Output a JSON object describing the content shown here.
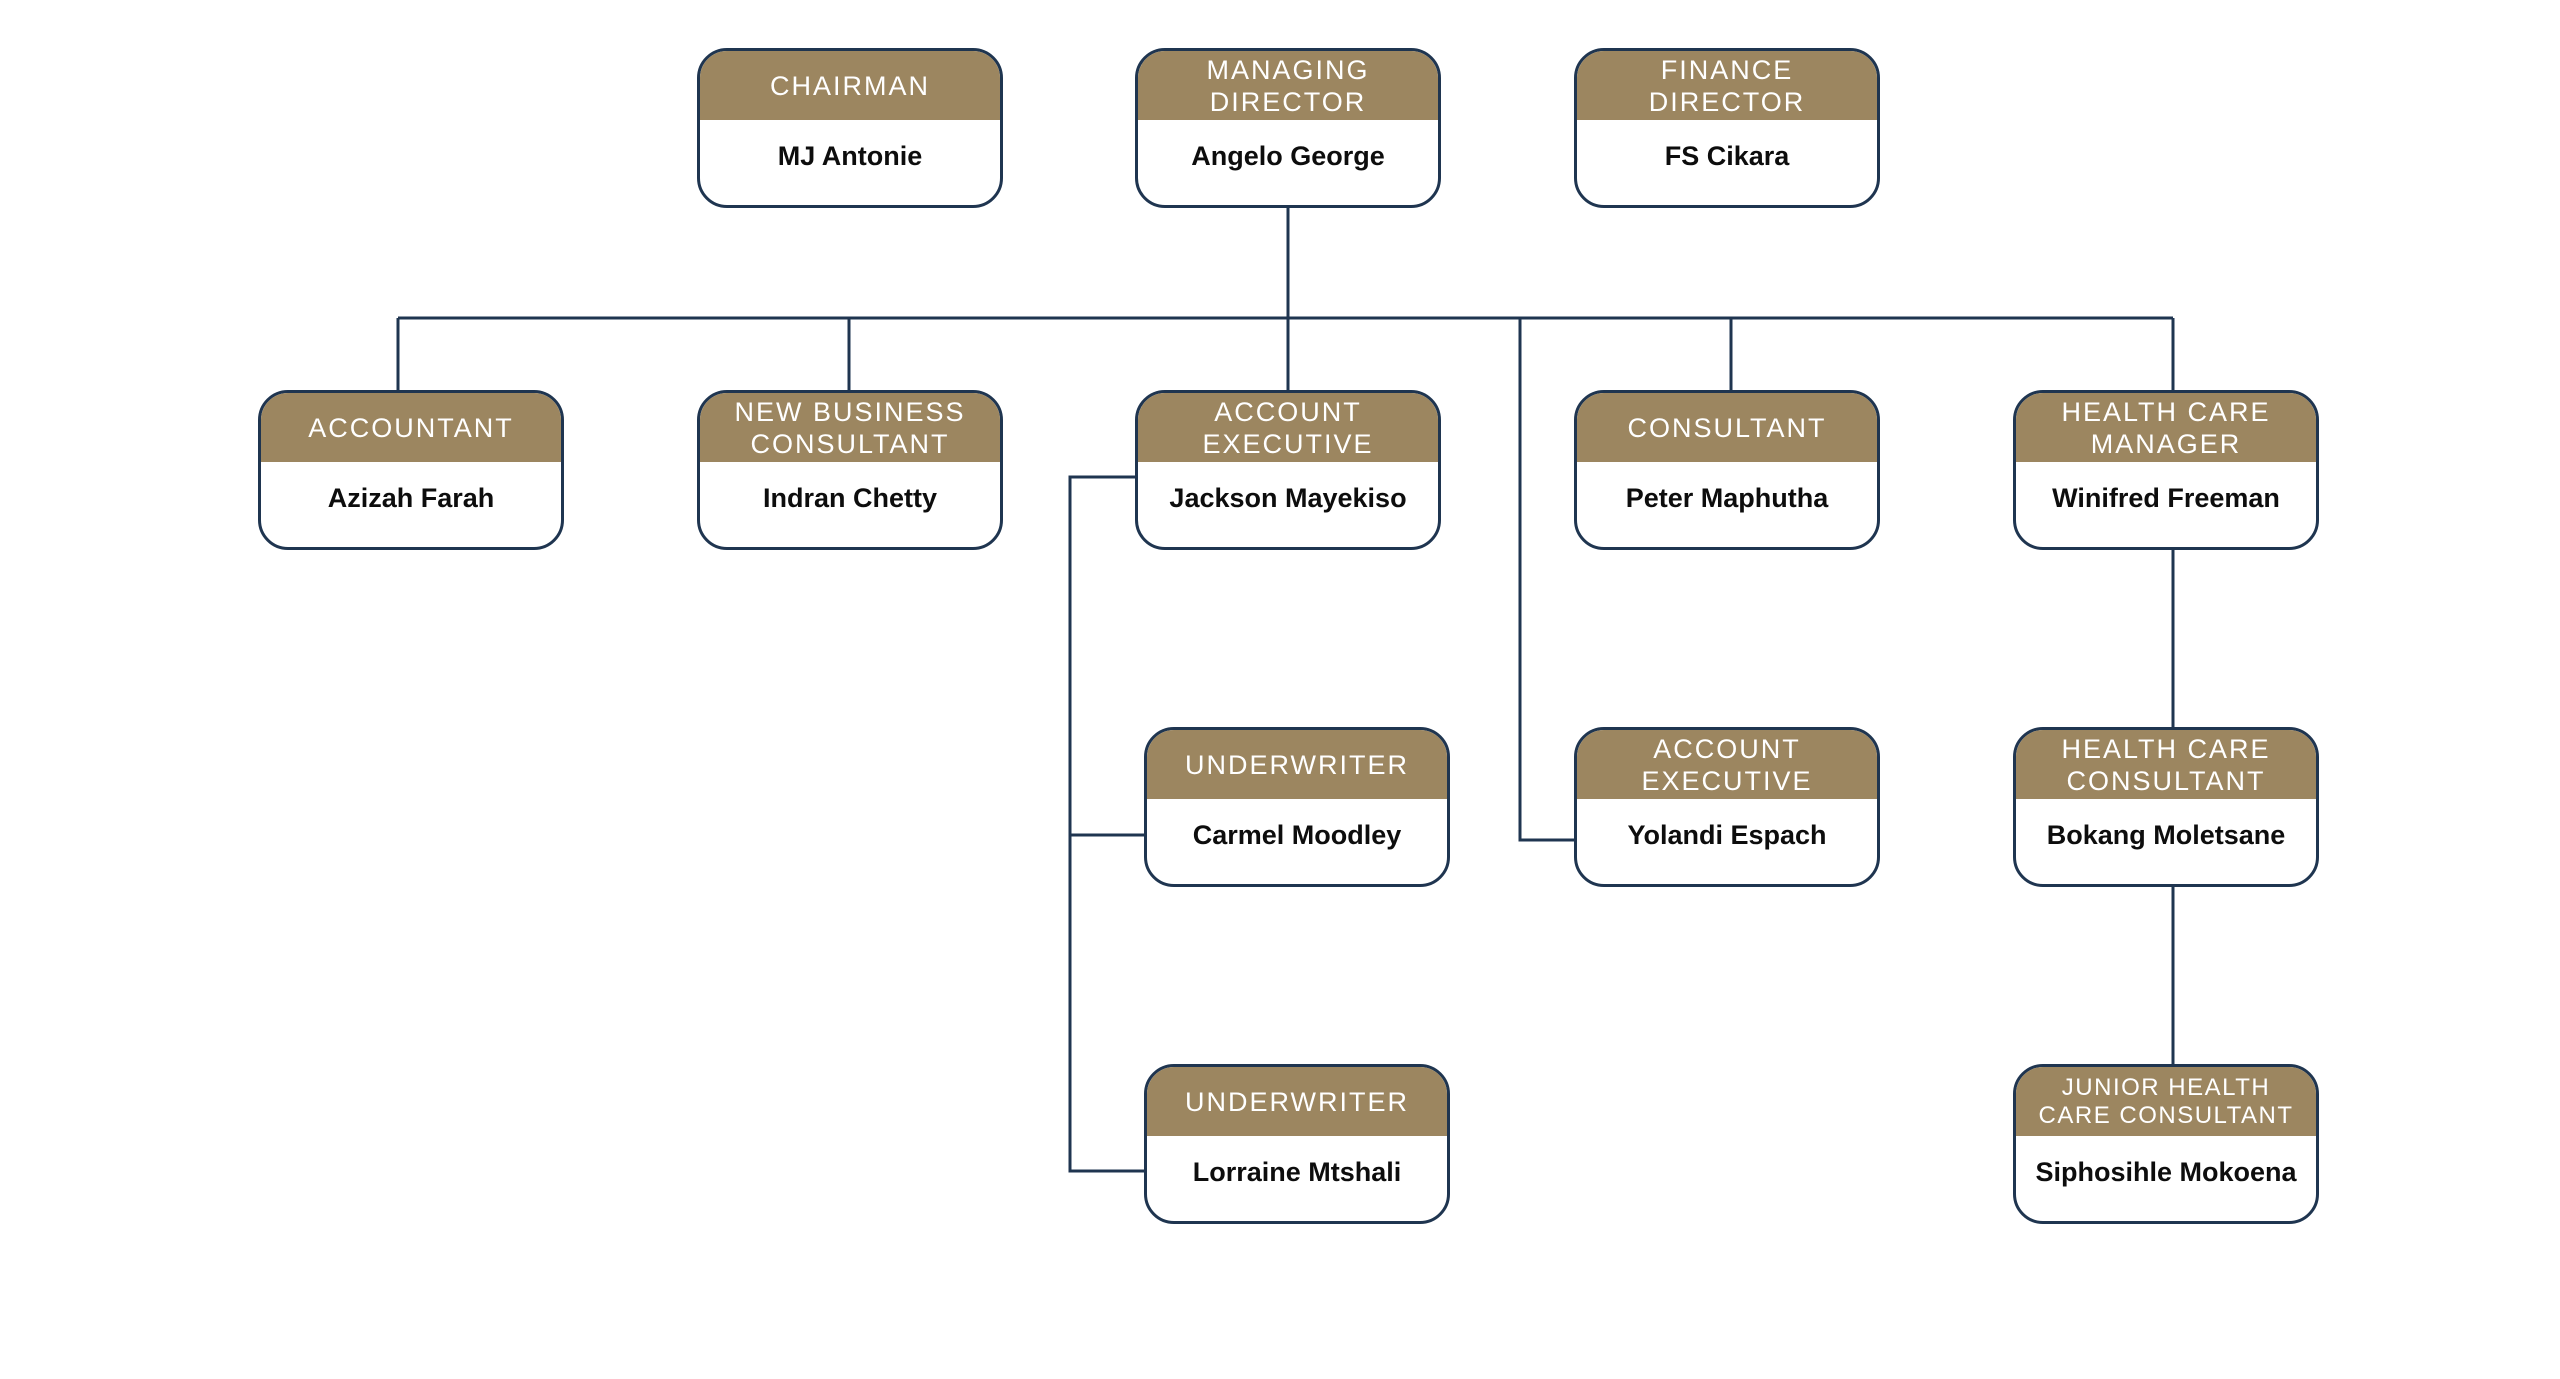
{
  "org_chart": {
    "line_color": "#1f3550",
    "header_color": "#9c8660",
    "nodes": {
      "chairman": {
        "title": "CHAIRMAN",
        "name": "MJ Antonie"
      },
      "managing_director": {
        "title": "MANAGING\nDIRECTOR",
        "name": "Angelo George"
      },
      "finance_director": {
        "title": "FINANCE\nDIRECTOR",
        "name": "FS Cikara"
      },
      "accountant": {
        "title": "ACCOUNTANT",
        "name": "Azizah Farah"
      },
      "new_business_consultant": {
        "title": "NEW BUSINESS\nCONSULTANT",
        "name": "Indran Chetty"
      },
      "account_executive_1": {
        "title": "ACCOUNT\nEXECUTIVE",
        "name": "Jackson Mayekiso"
      },
      "consultant": {
        "title": "CONSULTANT",
        "name": "Peter Maphutha"
      },
      "health_care_manager": {
        "title": "HEALTH CARE\nMANAGER",
        "name": "Winifred Freeman"
      },
      "underwriter_1": {
        "title": "UNDERWRITER",
        "name": "Carmel Moodley"
      },
      "account_executive_2": {
        "title": "ACCOUNT\nEXECUTIVE",
        "name": "Yolandi Espach"
      },
      "health_care_consultant": {
        "title": "HEALTH CARE\nCONSULTANT",
        "name": "Bokang Moletsane"
      },
      "underwriter_2": {
        "title": "UNDERWRITER",
        "name": "Lorraine Mtshali"
      },
      "junior_health_care_consultant": {
        "title": "JUNIOR HEALTH\nCARE CONSULTANT",
        "name": "Siphosihle Mokoena"
      }
    },
    "reports_to": [
      {
        "from": "managing_director",
        "to": "accountant"
      },
      {
        "from": "managing_director",
        "to": "new_business_consultant"
      },
      {
        "from": "managing_director",
        "to": "account_executive_1"
      },
      {
        "from": "managing_director",
        "to": "consultant"
      },
      {
        "from": "managing_director",
        "to": "health_care_manager"
      },
      {
        "from": "managing_director",
        "to": "account_executive_2"
      },
      {
        "from": "account_executive_1",
        "to": "underwriter_1"
      },
      {
        "from": "account_executive_1",
        "to": "underwriter_2"
      },
      {
        "from": "health_care_manager",
        "to": "health_care_consultant"
      },
      {
        "from": "health_care_consultant",
        "to": "junior_health_care_consultant"
      }
    ]
  }
}
